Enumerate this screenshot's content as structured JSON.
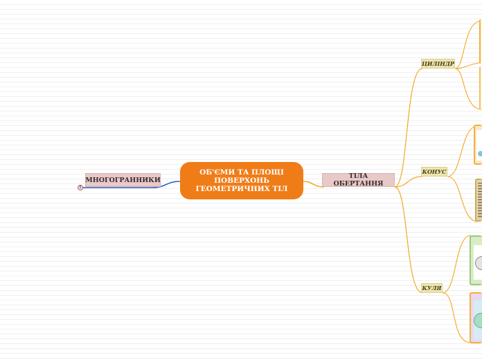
{
  "map": {
    "central_topic": "ОБ'ЄМИ ТА ПЛОЩІ ПОВЕРХОНЬ ГЕОМЕТРИЧНИХ ТІЛ",
    "left_branch": {
      "label": "МНОГОГРАННИКИ",
      "marker": "!"
    },
    "right_branch": {
      "label": "ТІЛА ОБЕРТАННЯ",
      "children": [
        {
          "label": "ЦИЛІНДР"
        },
        {
          "label": "КОНУС"
        },
        {
          "label": "КУЛЯ"
        }
      ]
    }
  },
  "colors": {
    "central_fill": "#f07c17",
    "branch_line_right": "#f5a623",
    "branch_line_left": "#2f5fc4",
    "topic_fill": "#e8c9c9",
    "subtopic_fill": "#ece6b0"
  }
}
